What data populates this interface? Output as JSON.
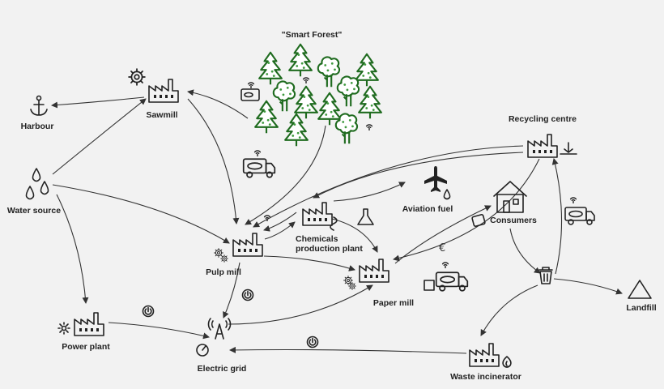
{
  "labels": {
    "smart_forest": "\"Smart Forest\"",
    "harbour": "Harbour",
    "sawmill": "Sawmill",
    "water_source": "Water source",
    "pulp_mill": "Pulp mill",
    "chemicals": "Chemicals\nproduction plant",
    "aviation_fuel": "Aviation fuel",
    "recycling": "Recycling centre",
    "consumers": "Consumers",
    "paper_mill": "Paper mill",
    "landfill": "Landfill",
    "power_plant": "Power plant",
    "electric_grid": "Electric grid",
    "waste_incinerator": "Waste incinerator"
  },
  "icons": [
    "anchor-icon",
    "factory-icon",
    "gear-icon",
    "water-drops-icon",
    "truck-icon",
    "tree-icon",
    "airplane-icon",
    "drop-icon",
    "house-icon",
    "flask-icon",
    "euro-icon",
    "power-icon",
    "transmission-tower-icon",
    "meter-icon",
    "flower-icon",
    "flame-icon",
    "bin-icon",
    "landfill-icon",
    "box-icon",
    "wifi-icon"
  ],
  "colors": {
    "forest": "#1f6b1f",
    "ink": "#222222",
    "background": "#f2f2f2"
  }
}
